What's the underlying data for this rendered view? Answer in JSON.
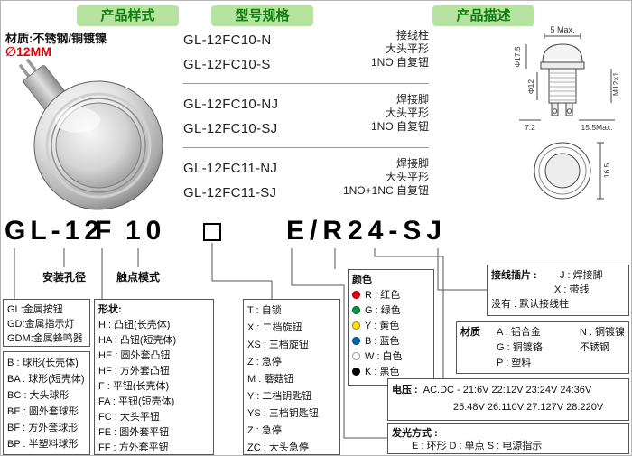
{
  "colors": {
    "header_bg": "#b7e3a1",
    "header_text": "#0e7c10",
    "diameter_red": "#e60000",
    "line_gray": "#555555"
  },
  "headers": {
    "col1": "产品样式",
    "col2": "型号规格",
    "col3": "产品描述"
  },
  "left_panel": {
    "material": "材质:不锈钢/铜镀镍",
    "diameter": "∅12MM"
  },
  "model_table": {
    "groups": [
      {
        "m1": "GL-12FC10-N",
        "m2": "GL-12FC10-S",
        "d1": "接线柱",
        "d2": "大头平形",
        "d3": "1NO  自复钮"
      },
      {
        "m1": "GL-12FC10-NJ",
        "m2": "GL-12FC10-SJ",
        "d1": "焊接脚",
        "d2": "大头平形",
        "d3": "1NO  自复钮"
      },
      {
        "m1": "GL-12FC11-NJ",
        "m2": "GL-12FC11-SJ",
        "d1": "焊接脚",
        "d2": "大头平形",
        "d3": "1NO+1NC  自复钮"
      }
    ]
  },
  "drawing": {
    "dim_top": "5 Max.",
    "dim_head": "Φ17.5",
    "dim_shank": "Φ12",
    "dim_thread": "M12×1",
    "dim_base_left": "7.2",
    "dim_base_right": "15.5Max.",
    "dim_front": "16.5"
  },
  "part_number": {
    "p1": "GL-12",
    "p2": "F",
    "p3": "10",
    "p4": "E/R24-SJ"
  },
  "callouts": {
    "hole": "安装孔径",
    "contact": "触点模式"
  },
  "box_series": {
    "items": [
      "GL:金属按钮",
      "GD:金属指示灯",
      "GDM:金属蜂鸣器"
    ]
  },
  "box_ball": {
    "items": [
      "B :  球形(长壳体)",
      "BA : 球形(短壳体)",
      "BC : 大头球形",
      "BE : 圆外套球形",
      "BF : 方外套球形",
      "BP : 半塑料球形"
    ]
  },
  "box_shape": {
    "label": "形状:",
    "items": [
      "H :  凸钮(长壳体)",
      "HA : 凸钮(短壳体)",
      "HE : 圆外套凸钮",
      "HF : 方外套凸钮",
      "F :  平钮(长壳体)",
      "FA : 平钮(短壳体)",
      "FC : 大头平钮",
      "FE : 圆外套平钮",
      "FF : 方外套平钮"
    ]
  },
  "box_function": {
    "items": [
      "T :  自锁",
      "X :  二档旋钮",
      "XS : 三档旋钮",
      "Z :  急停",
      "M :  蘑菇钮",
      "Y :  二档钥匙钮",
      "YS : 三档钥匙钮",
      "Z :  急停",
      "ZC : 大头急停"
    ]
  },
  "box_color": {
    "label": "颜色",
    "items": [
      {
        "dot": "#e60012",
        "text": "R : 红色"
      },
      {
        "dot": "#009a3e",
        "text": "G : 绿色"
      },
      {
        "dot": "#ffe100",
        "text": "Y : 黄色"
      },
      {
        "dot": "#0068b7",
        "text": "B : 蓝色"
      },
      {
        "dot": "#ffffff",
        "text": "W : 白色"
      },
      {
        "dot": "#000000",
        "text": "K : 黑色"
      }
    ]
  },
  "box_terminal": {
    "label": "接线插片 :",
    "j": "J : 焊接脚",
    "x": "X : 带线",
    "none": "没有 : 默认接线柱"
  },
  "box_material": {
    "label": "材质",
    "a": "A : 铝合金",
    "n": "N : 铜镀镍",
    "g": "G : 铜镀铬",
    "ss": "不锈钢",
    "p": "P : 塑料"
  },
  "box_voltage": {
    "label": "电压 :",
    "line1": "AC.DC - 21:6V   22:12V   23:24V   24:36V",
    "line2": "25:48V   26:110V   27:127V   28:220V"
  },
  "box_light": {
    "label": "发光方式 :",
    "items": "E : 环形     D : 单点     S : 电源指示"
  }
}
